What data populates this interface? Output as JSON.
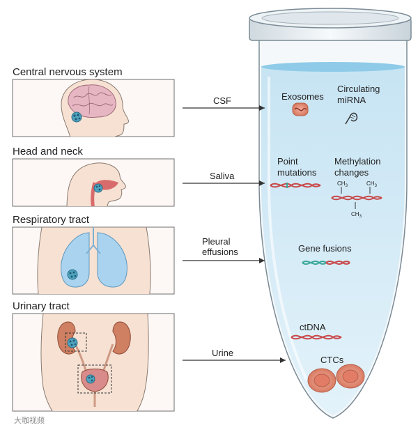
{
  "sites": [
    {
      "label": "Central nervous system",
      "fluid": "CSF"
    },
    {
      "label": "Head and neck",
      "fluid": "Saliva"
    },
    {
      "label": "Respiratory tract",
      "fluid_lines": [
        "Pleural",
        "effusions"
      ]
    },
    {
      "label": "Urinary tract",
      "fluid": "Urine"
    }
  ],
  "biomarkers": {
    "exosomes": "Exosomes",
    "mirna_lines": [
      "Circulating",
      "miRNA"
    ],
    "point_mutations_lines": [
      "Point",
      "mutations"
    ],
    "methylation_lines": [
      "Methylation",
      "changes"
    ],
    "ch3": "CH",
    "ch3_sub": "3",
    "gene_fusions": "Gene fusions",
    "ctdna": "ctDNA",
    "ctcs": "CTCs"
  },
  "watermark": "大咖视频",
  "colors": {
    "tube_fluid": "#d3eaf6",
    "fluid_surface": "#8fcbe8",
    "tissue_skin": "#f6e1d3",
    "brain": "#e6b7c3",
    "lung": "#a9d3ef",
    "kidney": "#cf7f62",
    "dna_red": "#c8484a",
    "dna_teal": "#3aa79a",
    "cell": "#e38c73",
    "tumor": "#4fa3bf"
  }
}
